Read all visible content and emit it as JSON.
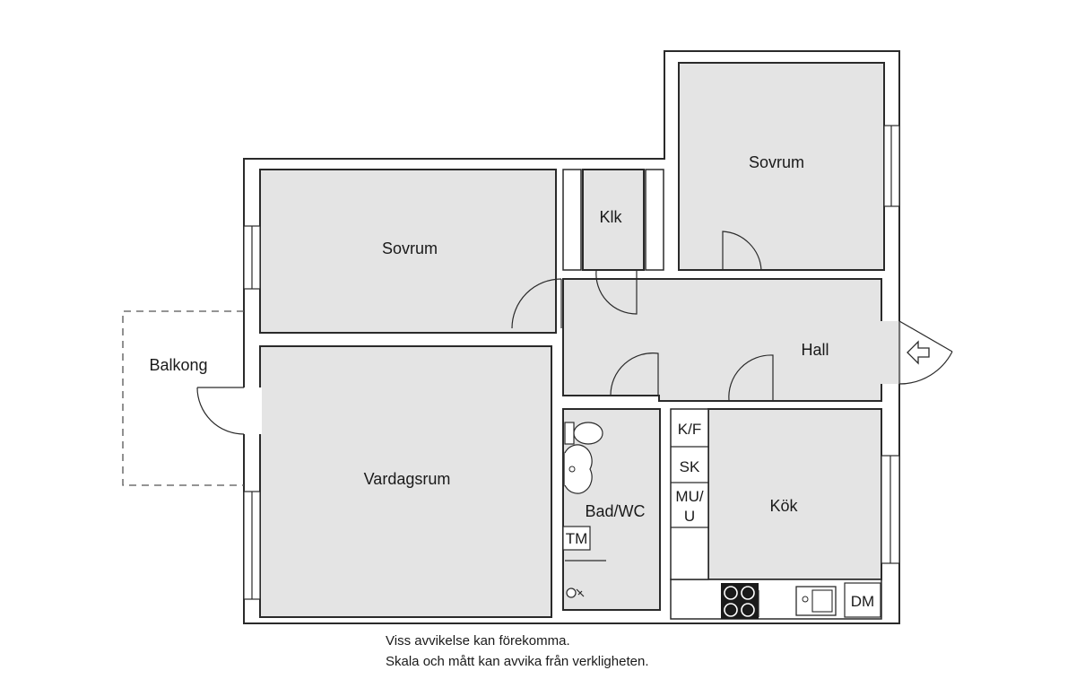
{
  "rooms": {
    "sovrum_left": "Sovrum",
    "sovrum_right": "Sovrum",
    "klk": "Klk",
    "hall": "Hall",
    "vardagsrum": "Vardagsrum",
    "balkong": "Balkong",
    "bad_wc": "Bad/WC",
    "kok": "Kök"
  },
  "fixtures": {
    "kf": "K/F",
    "sk": "SK",
    "mu_line1": "MU/",
    "mu_line2": "U",
    "tm": "TM",
    "dm": "DM"
  },
  "notes": {
    "line1": "Viss avvikelse kan förekomma.",
    "line2": "Skala och mått kan avvika från verkligheten."
  },
  "colors": {
    "floor": "#e4e4e4",
    "wall": "#2a2a2a"
  }
}
